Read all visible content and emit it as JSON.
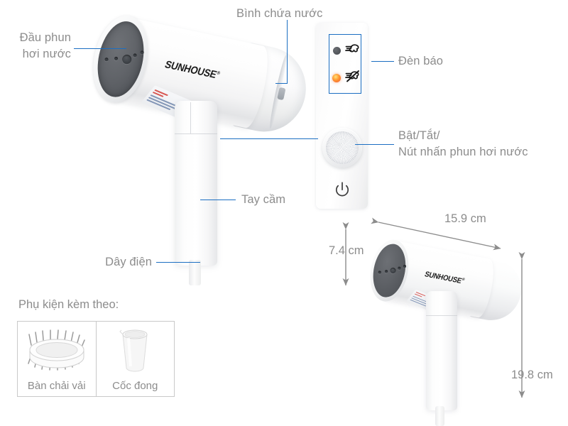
{
  "product": {
    "brand": "SUNHOUSE",
    "brand_mark": "®"
  },
  "callouts": [
    {
      "key": "nozzle",
      "label": "Đầu phun\nhơi nước"
    },
    {
      "key": "tank",
      "label": "Bình chứa nước"
    },
    {
      "key": "lamp",
      "label": "Đèn báo"
    },
    {
      "key": "power",
      "label": "Bật/Tắt/\nNút nhấn phun hơi nước"
    },
    {
      "key": "handle",
      "label": "Tay cầm"
    },
    {
      "key": "cord",
      "label": "Dây điện"
    }
  ],
  "control_panel": {
    "indicators": [
      {
        "name": "steam-ready-indicator",
        "led_color": "#56595e",
        "icon": "steam-icon"
      },
      {
        "name": "no-water-indicator",
        "led_color": "#f2552c",
        "icon": "steam-off-icon"
      }
    ],
    "power_symbol": "power-icon"
  },
  "dimensions": {
    "width": "15.9 cm",
    "height": "7.4 cm",
    "length": "19.8 cm"
  },
  "accessories": {
    "title": "Phụ kiện kèm theo:",
    "items": [
      {
        "name": "fabric-brush",
        "label": "Bàn chải vải"
      },
      {
        "name": "measuring-cup",
        "label": "Cốc đong"
      }
    ]
  },
  "colors": {
    "leader_line": "#1b6ec2",
    "text": "#8c8c8c",
    "led_orange": "#f2552c",
    "led_dark": "#56595e"
  }
}
